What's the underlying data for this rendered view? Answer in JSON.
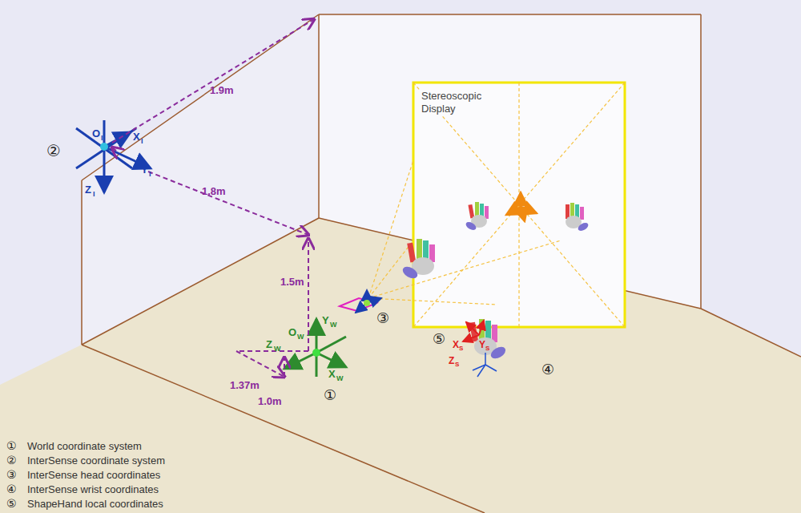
{
  "diagram": {
    "nodes": [
      {
        "text": [
          "Stereoscopic Display"
        ]
      }
    ],
    "labels": [
      "②",
      "O",
      "I",
      "X",
      "I",
      "Y",
      "I",
      "Z",
      "I",
      "1.9m",
      "1.8m",
      "1.5m",
      "Y",
      "W",
      "O",
      "W",
      "Z",
      "W",
      "X",
      "W",
      "1.37m",
      "1.0m",
      "①",
      "③",
      "⑤",
      "X",
      "S",
      "Y",
      "S",
      "Z",
      "S",
      "④",
      "①",
      "World coordinate system",
      "②",
      "InterSense coordinate system",
      "③",
      "InterSense head coordinates",
      "④",
      "InterSense wrist coordinates",
      "⑤",
      "ShapeHand local coordinates"
    ]
  }
}
